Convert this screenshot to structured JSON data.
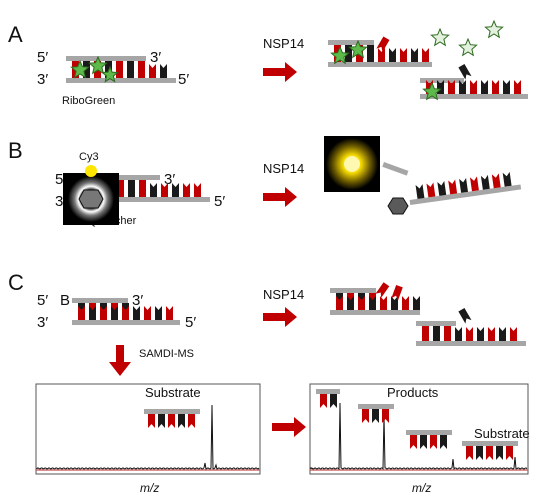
{
  "panels": {
    "A": {
      "letter": "A",
      "enzyme": "NSP14",
      "dye": "RiboGreen",
      "ends": {
        "top_left": "5′",
        "top_right": "3′",
        "bottom_left": "3′",
        "bottom_right": "5′"
      }
    },
    "B": {
      "letter": "B",
      "enzyme": "NSP14",
      "fluorophore": "Cy3",
      "quencher": "Quencher",
      "ends": {
        "top_left": "5′",
        "top_right": "3′",
        "bottom_left": "3′",
        "bottom_right": "5′"
      }
    },
    "C": {
      "letter": "C",
      "enzyme": "NSP14",
      "biotin": "B",
      "readout": "SAMDI-MS",
      "ends": {
        "top_left": "5′",
        "top_right": "3′",
        "bottom_left": "3′",
        "bottom_right": "5′"
      },
      "spectrum_left": {
        "label": "Substrate",
        "xlabel": "m/z"
      },
      "spectrum_right": {
        "label_products": "Products",
        "label_substrate": "Substrate",
        "xlabel": "m/z"
      }
    }
  },
  "colors": {
    "strand": "#a6a6a6",
    "base_red": "#c00000",
    "base_black": "#1a1a1a",
    "arrow": "#c00000",
    "star_green": "#5db94a",
    "star_pale": "#e4f1de",
    "quencher_hex": "#5a5a5a",
    "cy3": "#ffe600"
  }
}
